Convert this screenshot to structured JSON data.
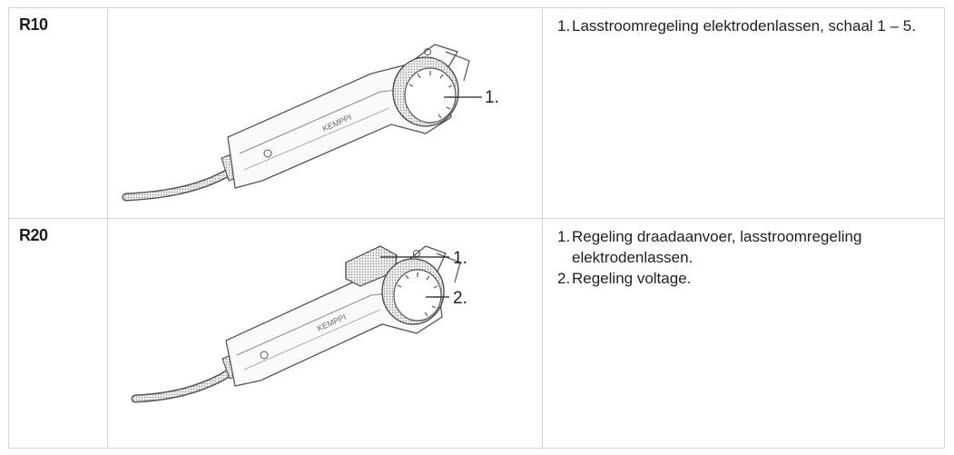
{
  "rows": [
    {
      "model": "R10",
      "callouts": [
        "1."
      ],
      "brand": "KEMPPI",
      "items": [
        {
          "num": "1.",
          "text": "Lasstroomregeling elektrodenlassen, schaal 1 – 5."
        }
      ]
    },
    {
      "model": "R20",
      "callouts": [
        "1.",
        "2."
      ],
      "brand": "KEMPPI",
      "items": [
        {
          "num": "1.",
          "text": "Regeling draadaanvoer, lasstroomregeling elektrodenlassen."
        },
        {
          "num": "2.",
          "text": "Regeling voltage."
        }
      ]
    }
  ]
}
